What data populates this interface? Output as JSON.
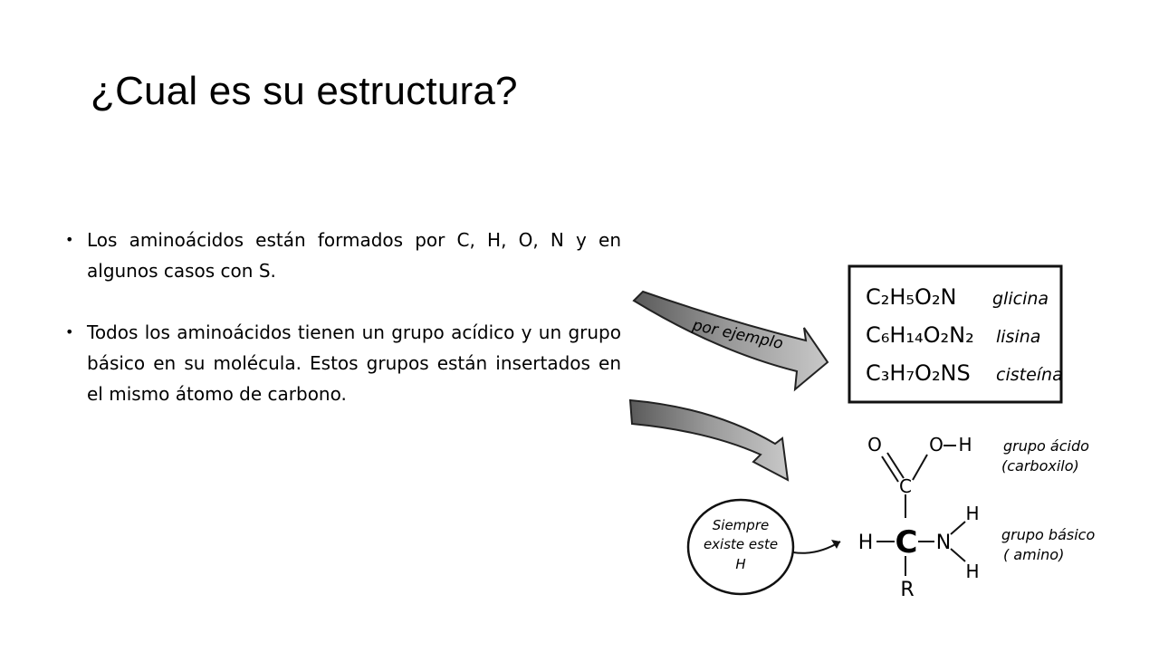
{
  "slide": {
    "title": "¿Cual es su estructura?",
    "bullets": [
      "Los aminoácidos están formados por C, H, O, N y en algunos casos con S.",
      "Todos los aminoácidos tienen un grupo acídico y un grupo básico en su molécula. Estos grupos están insertados en el mismo átomo de carbono."
    ]
  },
  "figure": {
    "arrow_label": "por ejemplo",
    "formulas": [
      {
        "formula": "C₂H₅O₂N",
        "name": "glicina"
      },
      {
        "formula": "C₆H₁₄O₂N₂",
        "name": "lisina"
      },
      {
        "formula": "C₃H₇O₂NS",
        "name": "cisteína"
      }
    ],
    "bubble_lines": [
      "Siempre",
      "existe este",
      "H"
    ],
    "atoms": {
      "o1": "O",
      "o2": "O",
      "h_acid": "H",
      "c_top": "C",
      "h_left": "H",
      "c_center": "C",
      "n": "N",
      "h_n1": "H",
      "h_n2": "H",
      "r": "R"
    },
    "group_acid_lines": [
      "grupo ácido",
      "(carboxilo)"
    ],
    "group_basic_lines": [
      "grupo básico",
      "( amino)"
    ]
  }
}
